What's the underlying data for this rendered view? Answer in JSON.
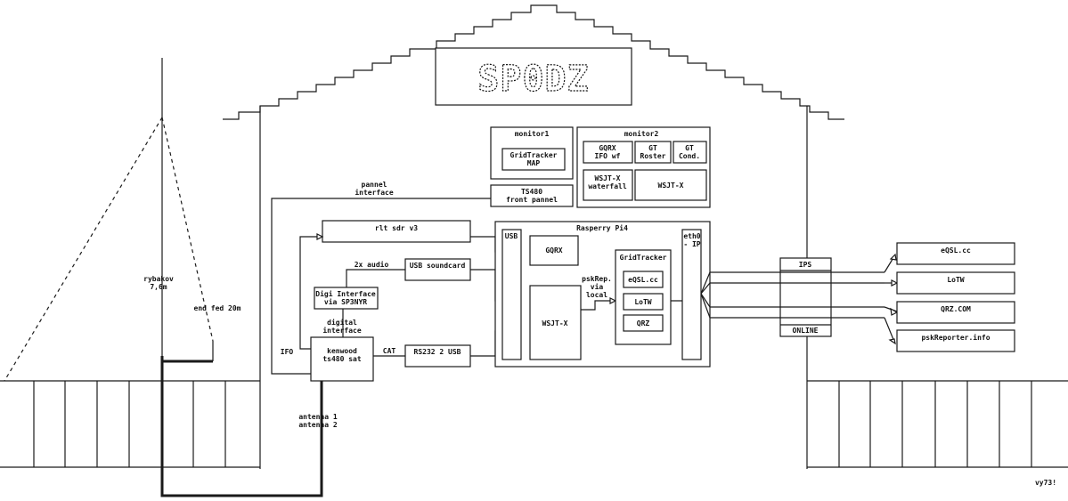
{
  "logo": "SP0DZ",
  "monitor1": {
    "title": "monitor1",
    "gridtracker_map": [
      "GridTracker",
      "MAP"
    ]
  },
  "monitor2": {
    "title": "monitor2",
    "gqrx_ifo_wf": [
      "GQRX",
      "IFO wf"
    ],
    "gt_roster": [
      "GT",
      "Roster"
    ],
    "gt_cond": [
      "GT",
      "Cond."
    ],
    "wsjtx_waterfall": [
      "WSJT-X",
      "waterfall"
    ],
    "wsjtx": "WSJT-X"
  },
  "ts480_front_panel": [
    "TS480",
    "front pannel"
  ],
  "pannel_interface": [
    "pannel",
    "interface"
  ],
  "rlt_sdr": "rlt sdr v3",
  "two_x_audio": "2x audio",
  "usb_soundcard": "USB soundcard",
  "digi_interface": [
    "Digi Interface",
    "via SP3NYR"
  ],
  "digital_interface": [
    "digital",
    "interface"
  ],
  "ifo": "IFO",
  "kenwood": [
    "kenwood",
    "ts480 sat"
  ],
  "cat": "CAT",
  "rs232": "RS232 2 USB",
  "raspberry": {
    "title": "Rasperry Pi4",
    "usb": "USB",
    "gqrx": "GQRX",
    "wsjtx": "WSJT-X",
    "pskrep": [
      "pskRep.",
      "via",
      "local"
    ],
    "gridtracker": "GridTracker",
    "eqsl": "eQSL.cc",
    "lotw": "LoTW",
    "qrz": "QRZ",
    "eth0": [
      "eth0",
      "- IP"
    ]
  },
  "ips": "IPS",
  "online": "ONLINE",
  "services": [
    "eQSL.cc",
    "LoTW",
    "QRZ.COM",
    "pskReporter.info"
  ],
  "rybakov": [
    "rybakov",
    "7,6m"
  ],
  "end_fed": "end fed 20m",
  "antennas": [
    "antenna 1",
    "antenna 2"
  ],
  "signoff": "vy73!"
}
